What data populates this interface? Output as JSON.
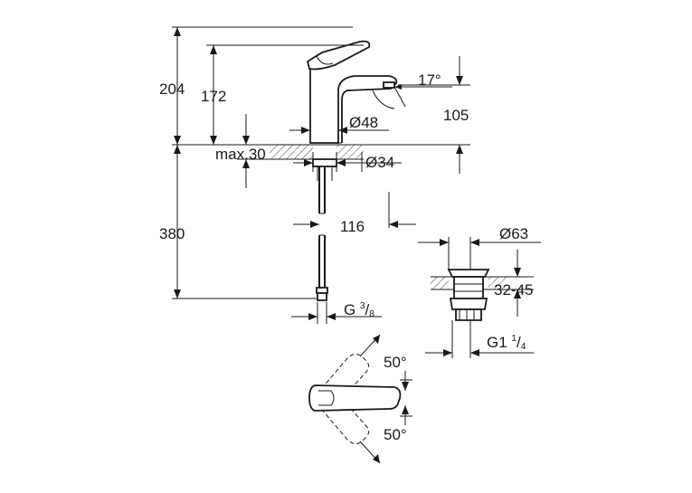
{
  "dimensions": {
    "total_height": "204",
    "spout_height": "172",
    "spout_angle": "17°",
    "spout_reach": "105",
    "body_diameter": "Ø48",
    "max_deck_thickness": "max.30",
    "hole_diameter": "Ø34",
    "hose_length": "380",
    "hose_offset": "116",
    "waste_diameter": "Ø63",
    "waste_range": "32-45",
    "lever_angle_top": "50°",
    "lever_angle_bottom": "50°"
  },
  "threads": {
    "hose": {
      "prefix": "G ",
      "numerator": "3",
      "slash": "/",
      "denominator": "8"
    },
    "waste": {
      "prefix": "G1 ",
      "numerator": "1",
      "slash": "/",
      "denominator": "4"
    }
  }
}
